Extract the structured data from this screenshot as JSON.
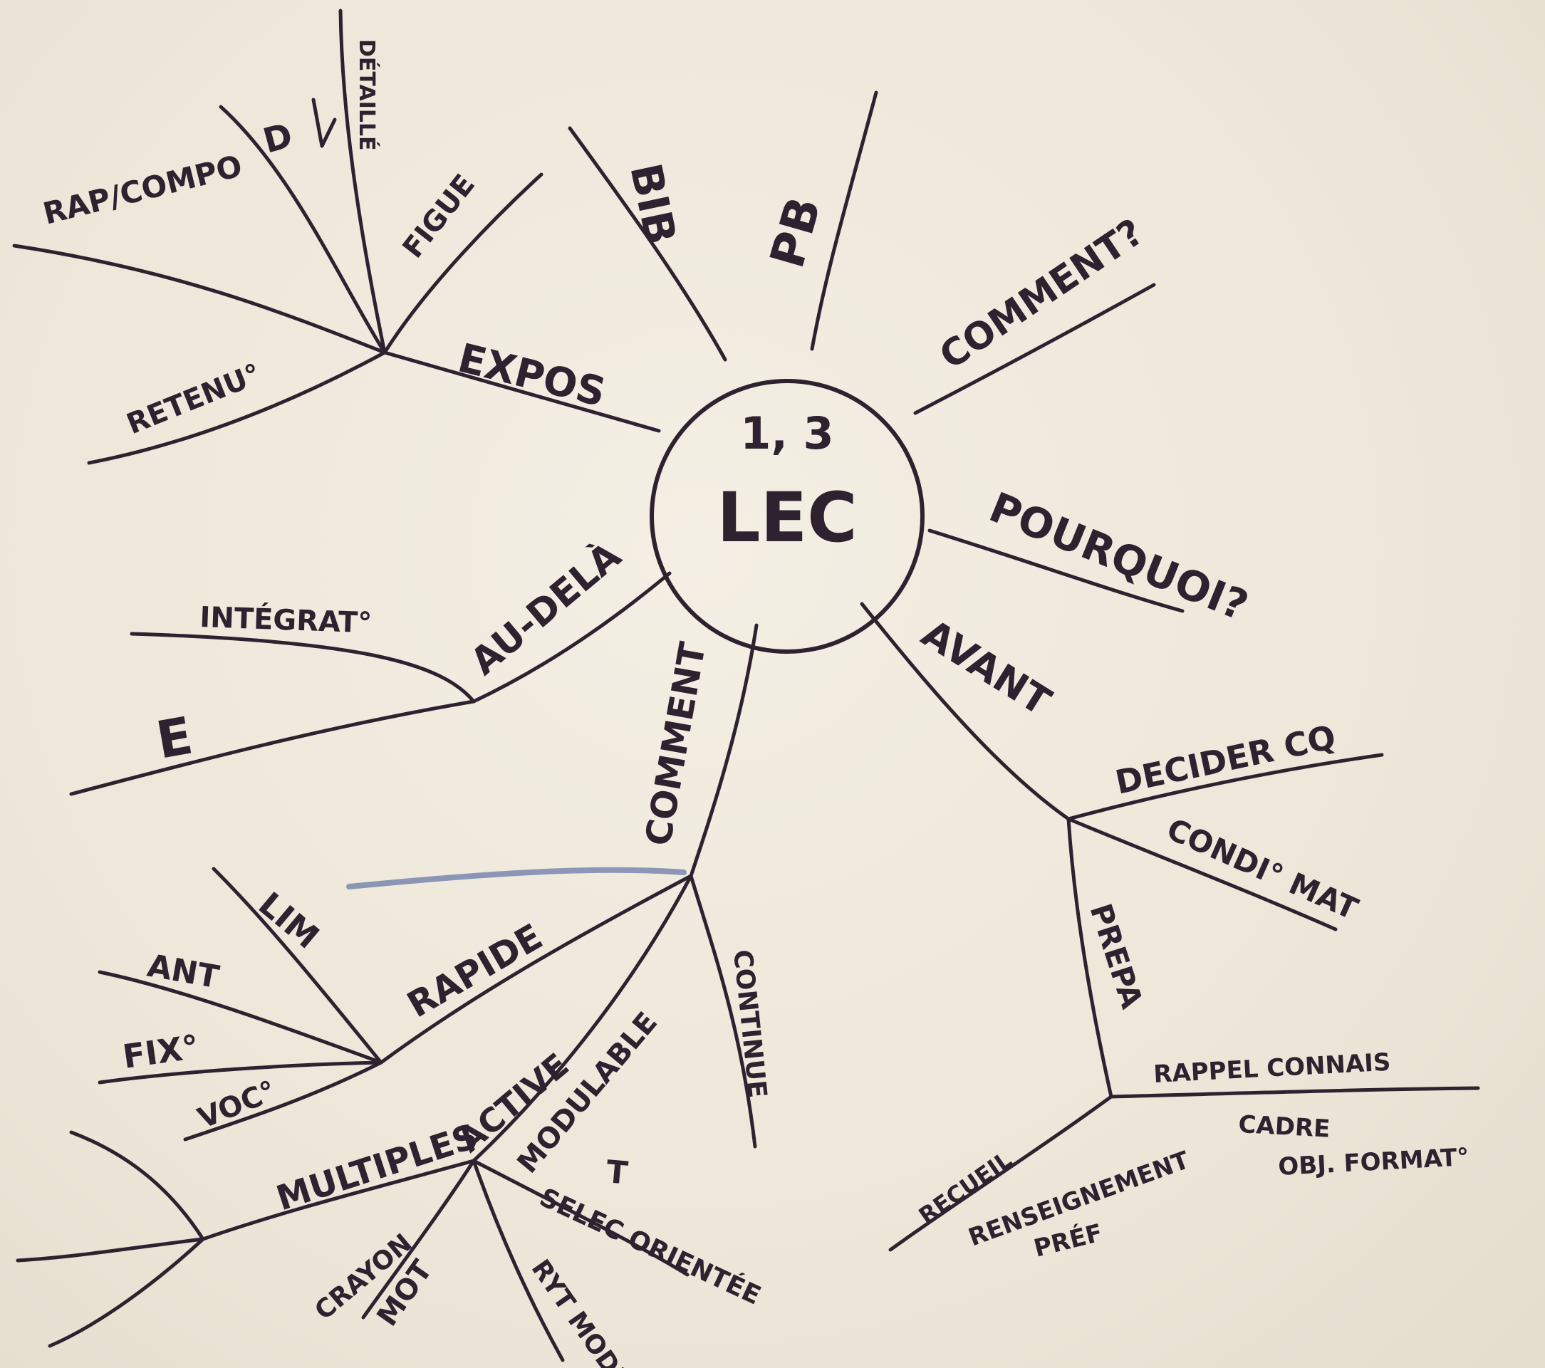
{
  "center": {
    "line1": "1, 3",
    "line2": "LEC"
  },
  "branches": {
    "expos": "EXPOS",
    "expos_sub": {
      "rap_compo": "RAP/COMPO",
      "d": "D",
      "detaille": "DÉTAILLÉ",
      "figue": "FIGUE",
      "retenu": "RETENU°"
    },
    "bib": "BIB",
    "pb": "PB",
    "comment_q": "COMMENT?",
    "pourquoi": "POURQUOI?",
    "avant": "AVANT",
    "avant_sub": {
      "decider": "DECIDER CQ",
      "condi_mat": "CONDI° MAT",
      "prepa": "PREPA",
      "prepa_sub": {
        "rappel_connais": "RAPPEL CONNAIS",
        "cadre": "CADRE",
        "obj_format": "OBJ. FORMAT°",
        "recueil": "RECUEIL",
        "renseignement": "RENSEIGNEMENT",
        "pref": "PRÉF"
      }
    },
    "au_dela": "AU-DELÀ",
    "au_dela_sub": {
      "integrat": "INTÉGRAT°",
      "e": "E"
    },
    "comment": "COMMENT",
    "comment_sub": {
      "rapide": "RAPIDE",
      "rapide_sub": {
        "lim": "LIM",
        "ant": "ANT",
        "fix": "FIX°",
        "voc": "VOC°"
      },
      "continue": "CONTINUE",
      "active": "ACTIVE",
      "multiples": "MULTIPLES",
      "modulable": "MODULABLE",
      "active_sub": {
        "t": "T",
        "selec_orientee": "SELEC ORIENTÉE",
        "crayon": "CRAYON",
        "mot": "MOT",
        "ryt_module": "RYT MODULÉ"
      }
    }
  }
}
